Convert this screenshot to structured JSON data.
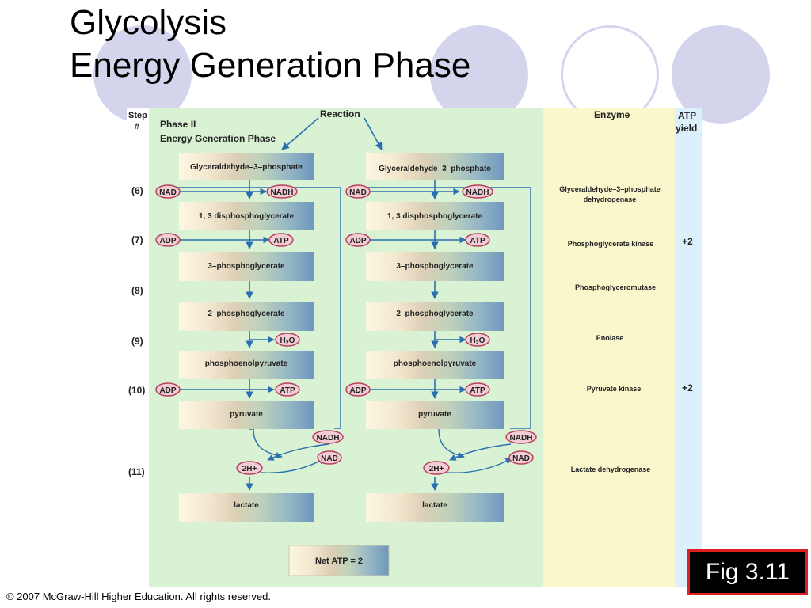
{
  "slide": {
    "title_line1": "Glycolysis",
    "title_line2": "Energy Generation Phase",
    "fig_label": "Fig 3.11",
    "copyright": "© 2007 McGraw-Hill Higher Education. All rights reserved."
  },
  "figure": {
    "col_step": "Step",
    "col_step_hash": "#",
    "phase_title": "Phase II",
    "phase_subtitle": "Energy Generation Phase",
    "col_reaction": "Reaction",
    "col_enzyme": "Enzyme",
    "col_atp": "ATP",
    "col_yield": "yield",
    "steps": [
      "(6)",
      "(7)",
      "(8)",
      "(9)",
      "(10)",
      "(11)"
    ],
    "compounds": [
      "Glyceraldehyde–3–phosphate",
      "1, 3 disphosphoglycerate",
      "3–phosphoglycerate",
      "2–phosphoglycerate",
      "phosphoenolpyruvate",
      "pyruvate",
      "lactate"
    ],
    "cofactors": {
      "nad": "NAD",
      "nadh": "NADH",
      "adp": "ADP",
      "atp": "ATP",
      "water_h": "H",
      "water_sub": "2",
      "water_o": "O",
      "two_h": "2H+"
    },
    "enzymes": {
      "step6_line1": "Glyceraldehyde–3–phosphate",
      "step6_line2": "dehydrogenase",
      "step7": "Phosphoglycerate kinase",
      "step8": "Phosphoglyceromutase",
      "step9": "Enolase",
      "step10": "Pyruvate kinase",
      "step11": "Lactate dehydrogenase"
    },
    "atp_yields": {
      "step7": "+2",
      "step10": "+2"
    },
    "net_atp": "Net ATP = 2"
  },
  "colors": {
    "reaction_bg": "#d9f2d4",
    "enzyme_bg": "#fbf7cc",
    "atp_bg": "#dcf0fb",
    "cofactor_fill": "#f3cdd6",
    "cofactor_stroke": "#b8405d",
    "arrow": "#2a6fb0",
    "box_start": "#fbf6dd",
    "box_end": "#6f97bd"
  }
}
